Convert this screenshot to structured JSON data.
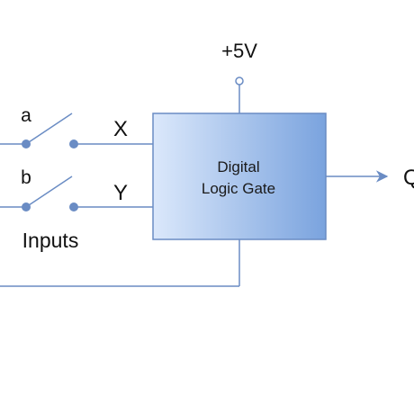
{
  "diagram": {
    "supply_label": "+5V",
    "switch_a_label": "a",
    "switch_b_label": "b",
    "input_x_label": "X",
    "input_y_label": "Y",
    "inputs_caption": "Inputs",
    "gate_line1": "Digital",
    "gate_line2": "Logic Gate",
    "output_label": "Q",
    "colors": {
      "wire": "#6a8cc4",
      "gate_fill_left": "#dbe8fb",
      "gate_fill_right": "#7aa3de",
      "gate_border": "#6a8cc4"
    }
  }
}
